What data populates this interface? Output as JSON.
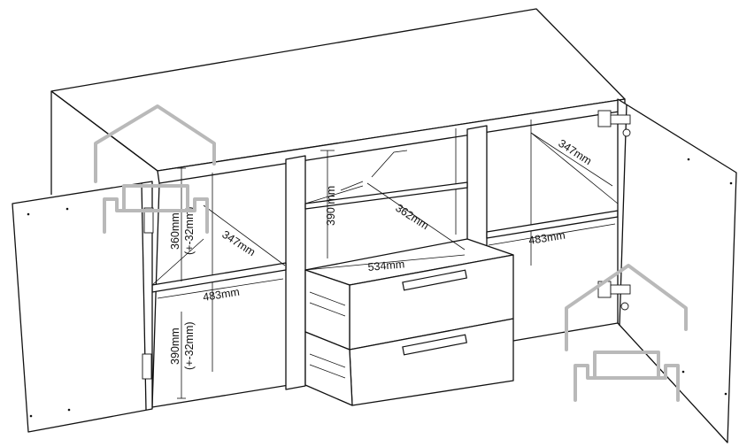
{
  "dimensions": {
    "left_upper_height": "360mm",
    "left_upper_tolerance": "(+-32mm)",
    "left_lower_height": "390mm",
    "left_lower_tolerance": "(+-32mm)",
    "left_shelf_depth": "347mm",
    "left_width": "483mm",
    "center_height": "390 mm",
    "center_shelf_depth": "362mm",
    "drawer_width": "534mm",
    "right_shelf_depth": "347mm",
    "right_width": "483mm"
  },
  "watermark_icon": "home-sofa-icon"
}
